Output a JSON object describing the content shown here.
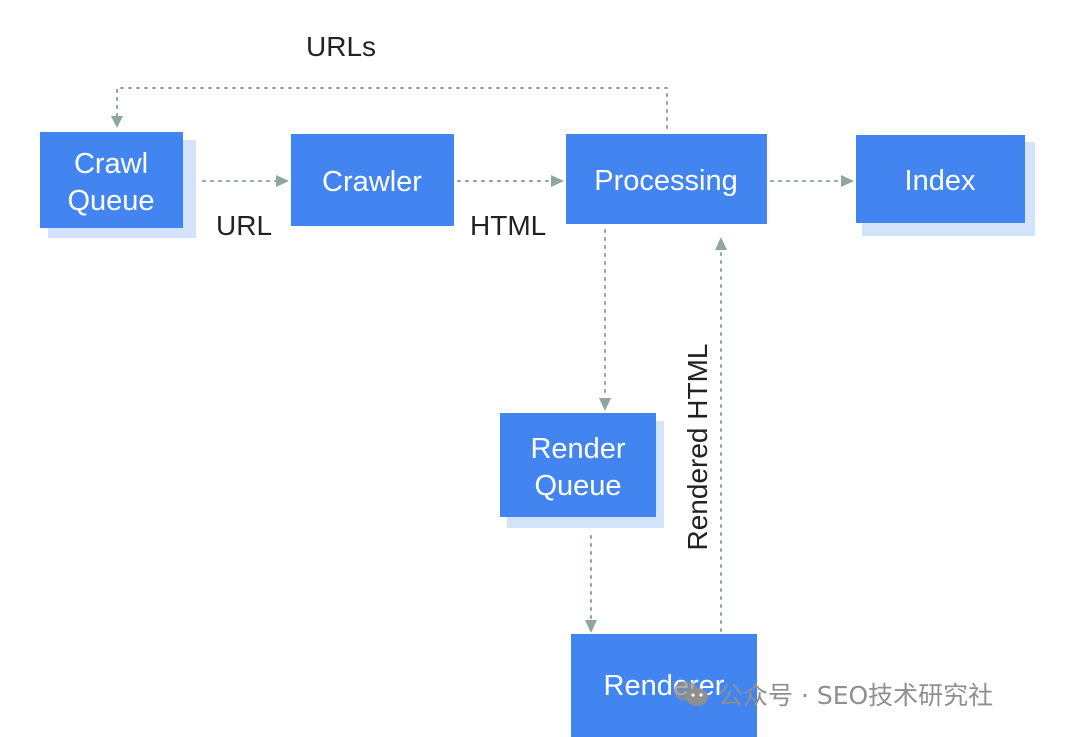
{
  "nodes": {
    "crawl_queue": {
      "line1": "Crawl",
      "line2": "Queue"
    },
    "crawler": {
      "label": "Crawler"
    },
    "processing": {
      "label": "Processing"
    },
    "index": {
      "label": "Index"
    },
    "render_queue": {
      "line1": "Render",
      "line2": "Queue"
    },
    "renderer": {
      "label": "Renderer"
    }
  },
  "edges": {
    "urls_label": "URLs",
    "url_label": "URL",
    "html_label": "HTML",
    "rendered_html_label": "Rendered HTML"
  },
  "watermark": {
    "icon": "wechat-icon",
    "text": "公众号 · SEO技术研究社"
  },
  "colors": {
    "box": "#4385f0",
    "box_shadow": "#d4e3fc",
    "connector": "#8fa5a0",
    "label_text": "#222222"
  }
}
